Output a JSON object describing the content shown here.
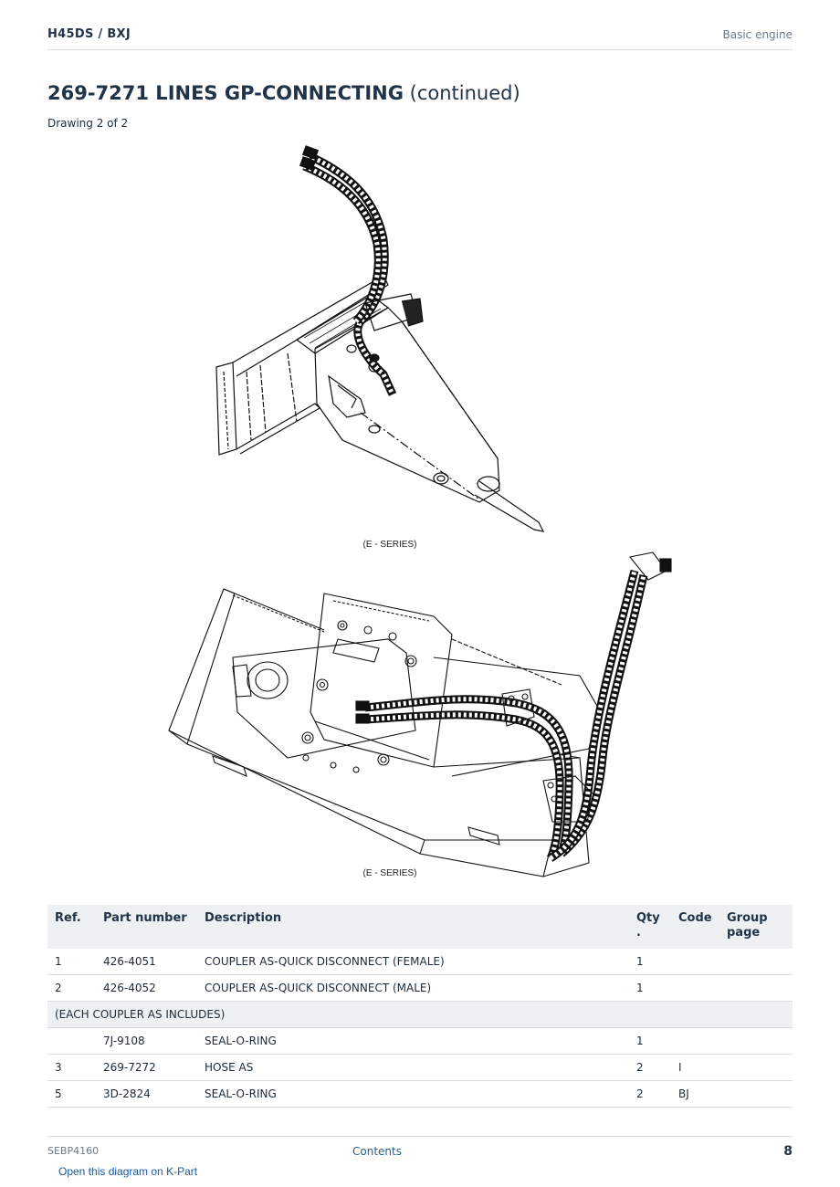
{
  "header": {
    "model": "H45DS  /  BXJ",
    "section": "Basic engine"
  },
  "title": {
    "main": "269-7271 LINES GP-CONNECTING",
    "suffix": "(continued)"
  },
  "drawing_of": "Drawing 2 of 2",
  "diagrams": [
    {
      "caption": "(E - SERIES)"
    },
    {
      "caption": "(E - SERIES)"
    }
  ],
  "table": {
    "headers": {
      "ref": "Ref.",
      "part_number": "Part number",
      "description": "Description",
      "qty": "Qty .",
      "code": "Code",
      "group_page": "Group page"
    },
    "rows": [
      {
        "ref": "1",
        "part_number": "426-4051",
        "description": "COUPLER AS-QUICK DISCONNECT (FEMALE)",
        "qty": "1",
        "code": "",
        "group_page": ""
      },
      {
        "ref": "2",
        "part_number": "426-4052",
        "description": "COUPLER AS-QUICK DISCONNECT (MALE)",
        "qty": "1",
        "code": "",
        "group_page": ""
      },
      {
        "note": "(EACH COUPLER AS INCLUDES)"
      },
      {
        "ref": "",
        "part_number": "7J-9108",
        "description": "SEAL-O-RING",
        "qty": "1",
        "code": "",
        "group_page": ""
      },
      {
        "ref": "3",
        "part_number": "269-7272",
        "description": "HOSE AS",
        "qty": "2",
        "code": "I",
        "group_page": ""
      },
      {
        "ref": "5",
        "part_number": "3D-2824",
        "description": "SEAL-O-RING",
        "qty": "2",
        "code": "BJ",
        "group_page": ""
      }
    ]
  },
  "footer": {
    "doc_number": "SEBP4160",
    "contents_link": "Contents",
    "page_number": "8"
  },
  "kpart_link": "Open this diagram on K-Part"
}
